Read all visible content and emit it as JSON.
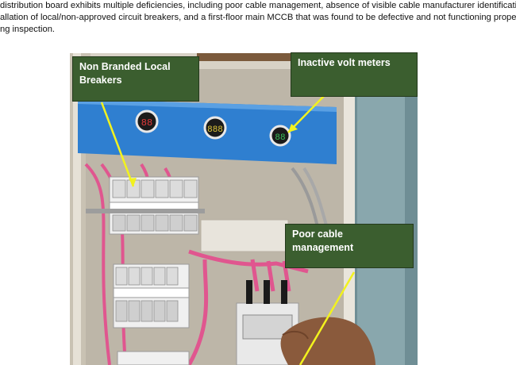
{
  "caption": {
    "line1": "distribution board exhibits multiple deficiencies, including poor cable management, absence of visible cable manufacturer identification,",
    "line2": "allation of local/non-approved circuit breakers, and a first-floor main MCCB that was found to be defective and not functioning properly",
    "line3": "ng inspection."
  },
  "photo": {
    "meters": [
      "88",
      "888",
      "88"
    ],
    "labels": {
      "breakers": "Non Branded Local Breakers",
      "meters": "Inactive volt meters",
      "cables": "Poor cable management"
    }
  },
  "colors": {
    "label_bg": "#3b5e2f",
    "arrow": "#f2f21e",
    "panel_blue": "#2f7fd0",
    "cable_pink": "#e0568f"
  }
}
